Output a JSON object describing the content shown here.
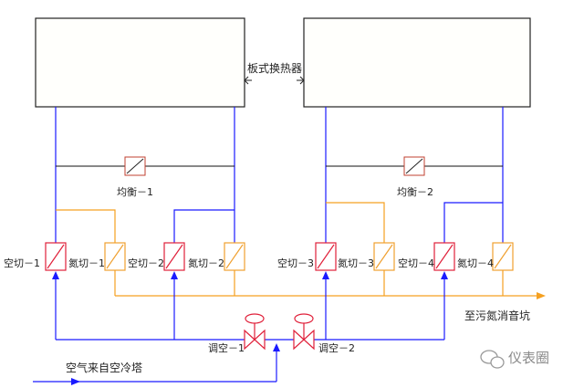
{
  "labels": {
    "heat_exchanger": "板式换热器",
    "balance_1": "均衡－1",
    "balance_2": "均衡－2",
    "air_cut_1": "空切－1",
    "nitrogen_cut_1": "氮切－1",
    "air_cut_2": "空切－2",
    "nitrogen_cut_2": "氮切－2",
    "air_cut_3": "空切－3",
    "nitrogen_cut_3": "氮切－3",
    "air_cut_4": "空切－4",
    "nitrogen_cut_4": "氮切－4",
    "to_muffler_pit": "至污氮消音坑",
    "regulate_1": "调空－1",
    "regulate_2": "调空－2",
    "air_from_tower": "空气来自空冷塔",
    "watermark": "仪表圈"
  },
  "colors": {
    "air_line": "#1a1aff",
    "nitrogen_line": "#f5a020",
    "balance_line": "#111111",
    "valve_air": "#e0203a",
    "valve_nitrogen": "#f0a030",
    "box_border": "#222222"
  }
}
